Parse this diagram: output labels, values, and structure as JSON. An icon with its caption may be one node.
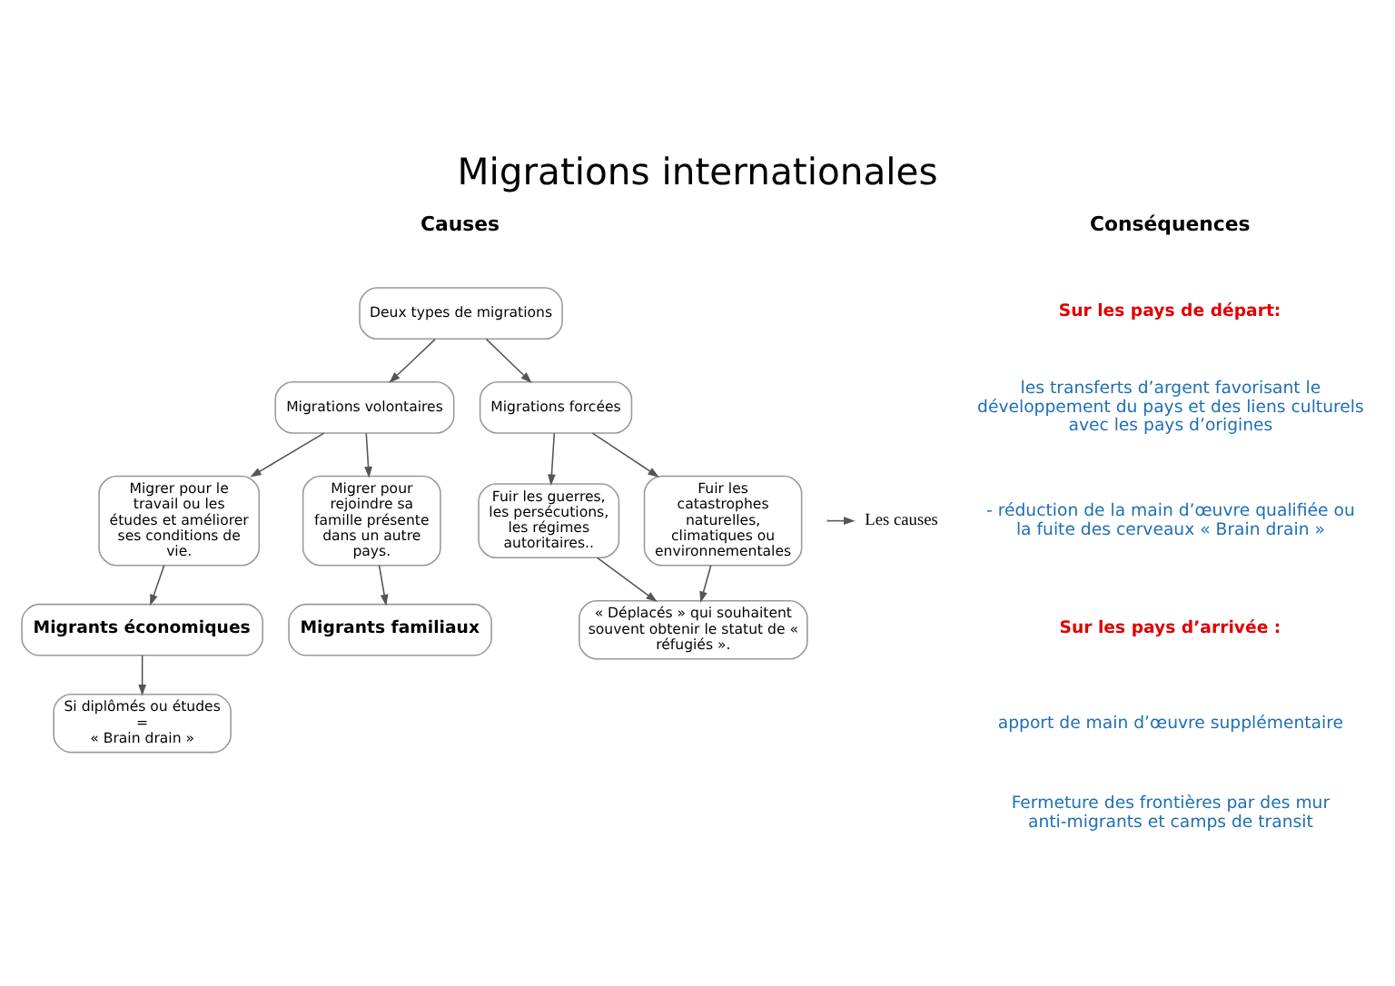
{
  "diagram": {
    "title": "Migrations internationales",
    "nodes": [
      {
        "text": [
          "Deux types de migrations"
        ]
      },
      {
        "text": [
          "Migrations volontaires"
        ]
      },
      {
        "text": [
          "Migrations forcées"
        ]
      },
      {
        "text": [
          "Migrer pour le travail ou les études et améliorer ses conditions de vie."
        ]
      },
      {
        "text": [
          "Migrer pour rejoindre sa famille présente dans un autre pays."
        ]
      },
      {
        "text": [
          "Fuir les guerres, les persécutions, les régimes autoritaires.."
        ]
      },
      {
        "text": [
          "Fuir les catastrophes naturelles, climatiques ou environnementales"
        ]
      },
      {
        "text": [
          "Migrants économiques"
        ]
      },
      {
        "text": [
          "Migrants familiaux"
        ]
      },
      {
        "text": [
          "« Déplacés » qui souhaitent souvent obtenir le statut de « réfugiés »."
        ]
      },
      {
        "text": [
          "Si diplômés ou études",
          "=",
          "« Brain drain »"
        ]
      },
      {
        "text": [
          "Les causes"
        ]
      }
    ],
    "edges": [
      {
        "from": 0,
        "to": 1,
        "arrow": "to"
      },
      {
        "from": 0,
        "to": 2,
        "arrow": "to"
      },
      {
        "from": 1,
        "to": 3,
        "arrow": "to"
      },
      {
        "from": 1,
        "to": 4,
        "arrow": "to"
      },
      {
        "from": 2,
        "to": 5,
        "arrow": "to"
      },
      {
        "from": 2,
        "to": 6,
        "arrow": "to"
      },
      {
        "from": 3,
        "to": 7,
        "arrow": "to"
      },
      {
        "from": 4,
        "to": 8,
        "arrow": "to"
      },
      {
        "from": 5,
        "to": 9,
        "arrow": "to"
      },
      {
        "from": 6,
        "to": 9,
        "arrow": "to"
      },
      {
        "from": 7,
        "to": 10,
        "arrow": "to"
      },
      {
        "from": null,
        "to": 11,
        "arrow": "to"
      }
    ],
    "labels": [
      "Causes",
      "Conséquences",
      "Sur les pays de départ:",
      "les transferts d’argent favorisant le développement du pays et des liens culturels avec les pays d’origines",
      "- réduction de la main d’œuvre qualifiée ou la fuite des cerveaux « Brain drain »",
      "Sur les pays d’arrivée :",
      "apport de main d’œuvre supplémentaire",
      "Fermeture des frontières par des mur anti-migrants et camps de transit"
    ]
  }
}
